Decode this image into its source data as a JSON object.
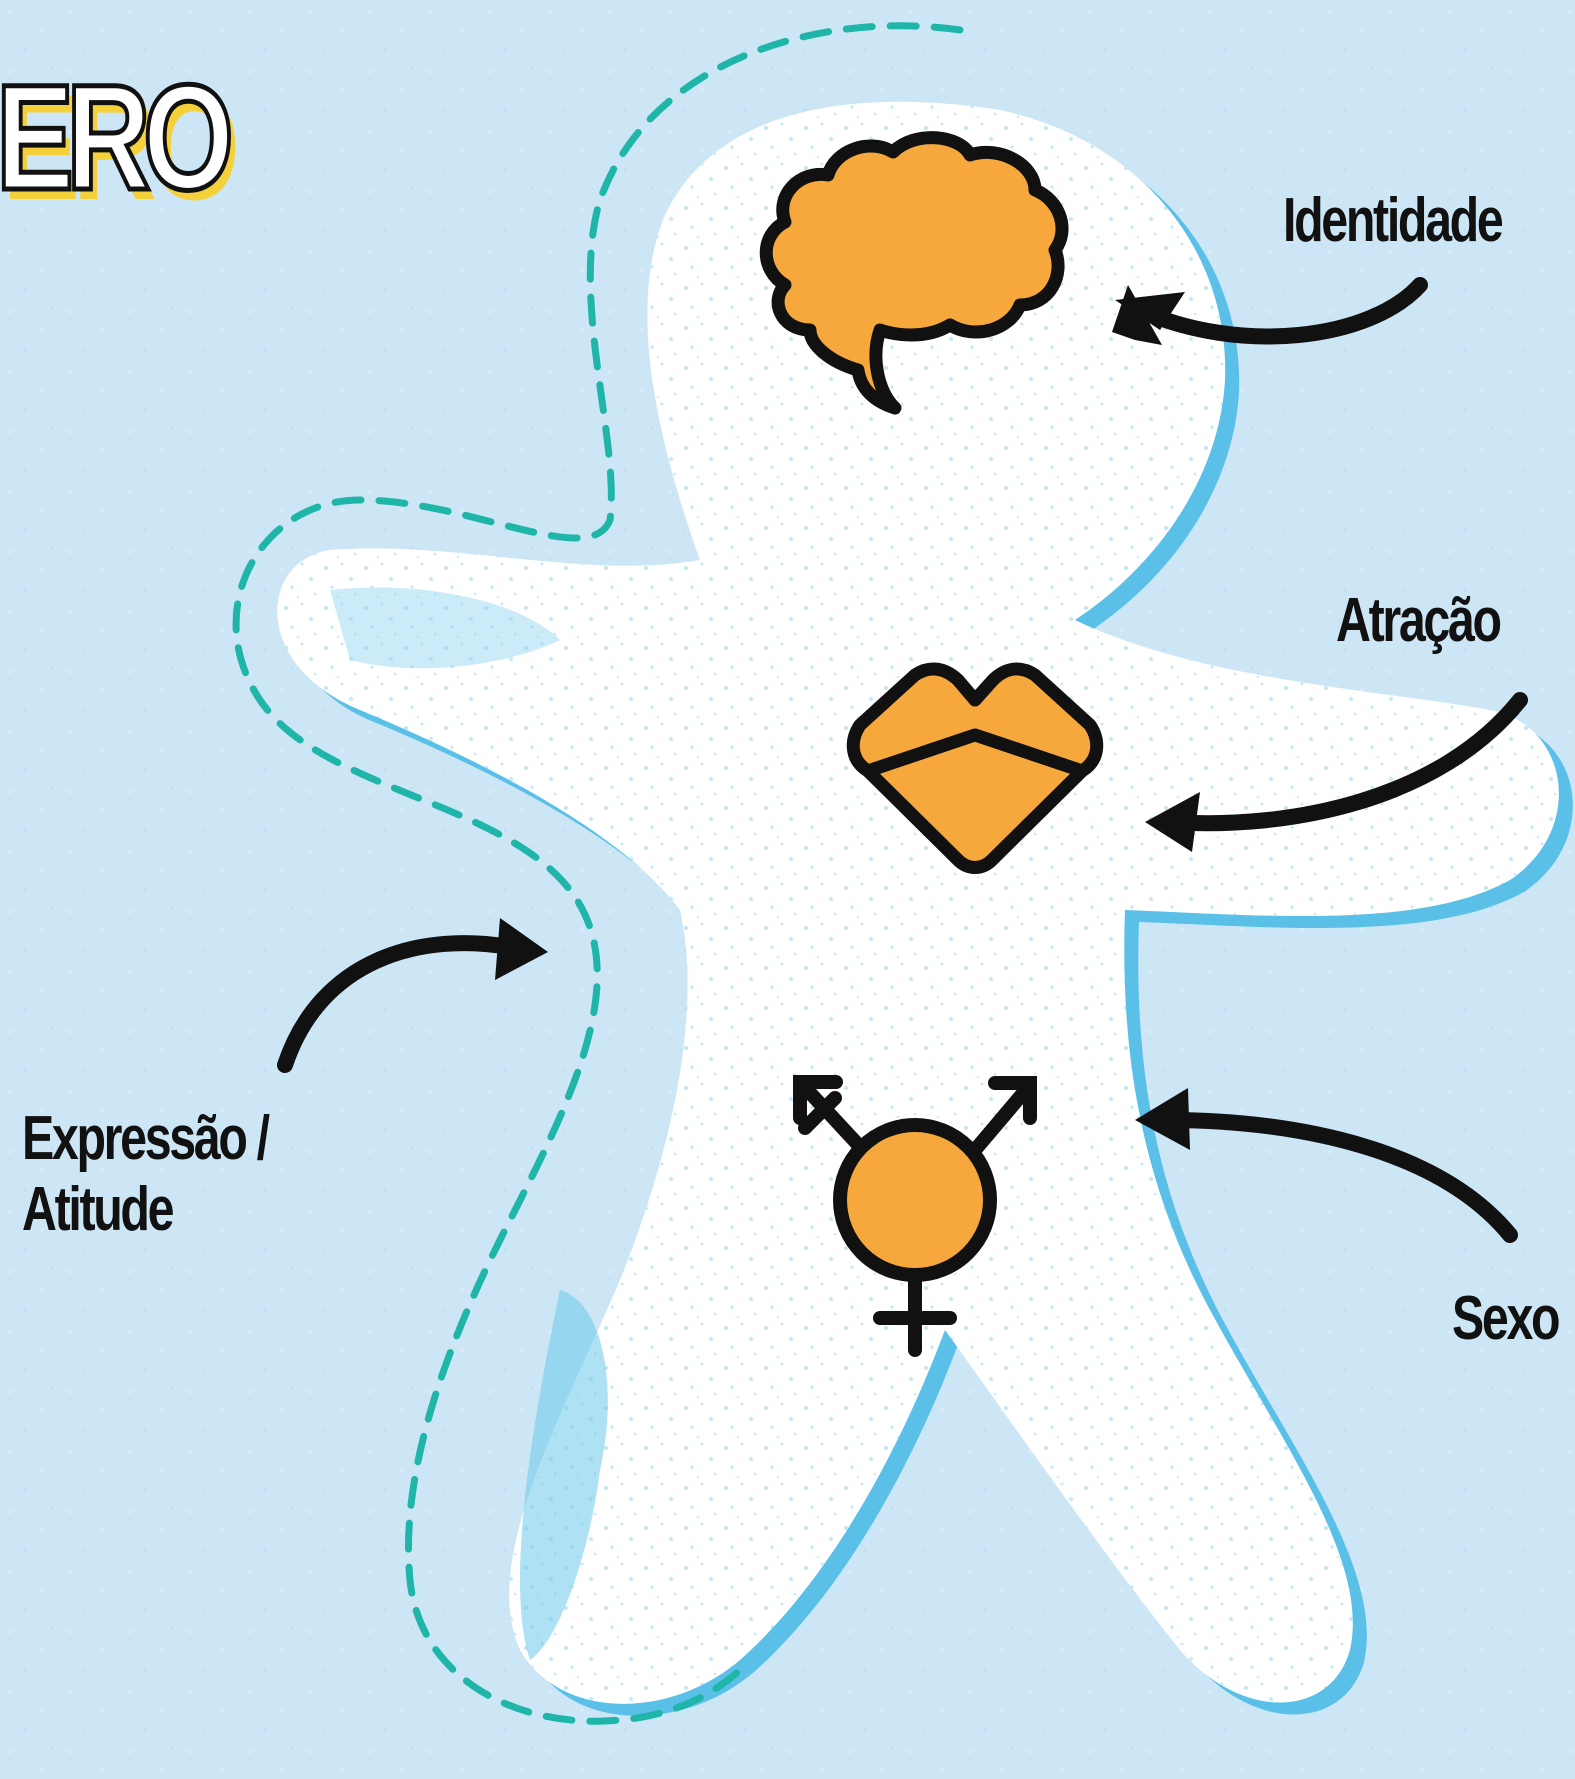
{
  "title": "ERO",
  "labels": {
    "identidade": "Identidade",
    "atracao": "Atração",
    "sexo": "Sexo",
    "expressao_line1": "Expressão /",
    "expressao_line2": "Atitude"
  },
  "icons": {
    "head": "brain-icon",
    "chest": "heart-icon",
    "body": "transgender-symbol-icon"
  },
  "colors": {
    "background": "#cde6f6",
    "figure": "#ffffff",
    "figure_shadow": "#5bc0e8",
    "icon_fill": "#f7a83d",
    "icon_stroke": "#111111",
    "dashed_outline": "#1fb5a8",
    "arrows": "#111111",
    "title_shadow": "#f4d13a"
  }
}
